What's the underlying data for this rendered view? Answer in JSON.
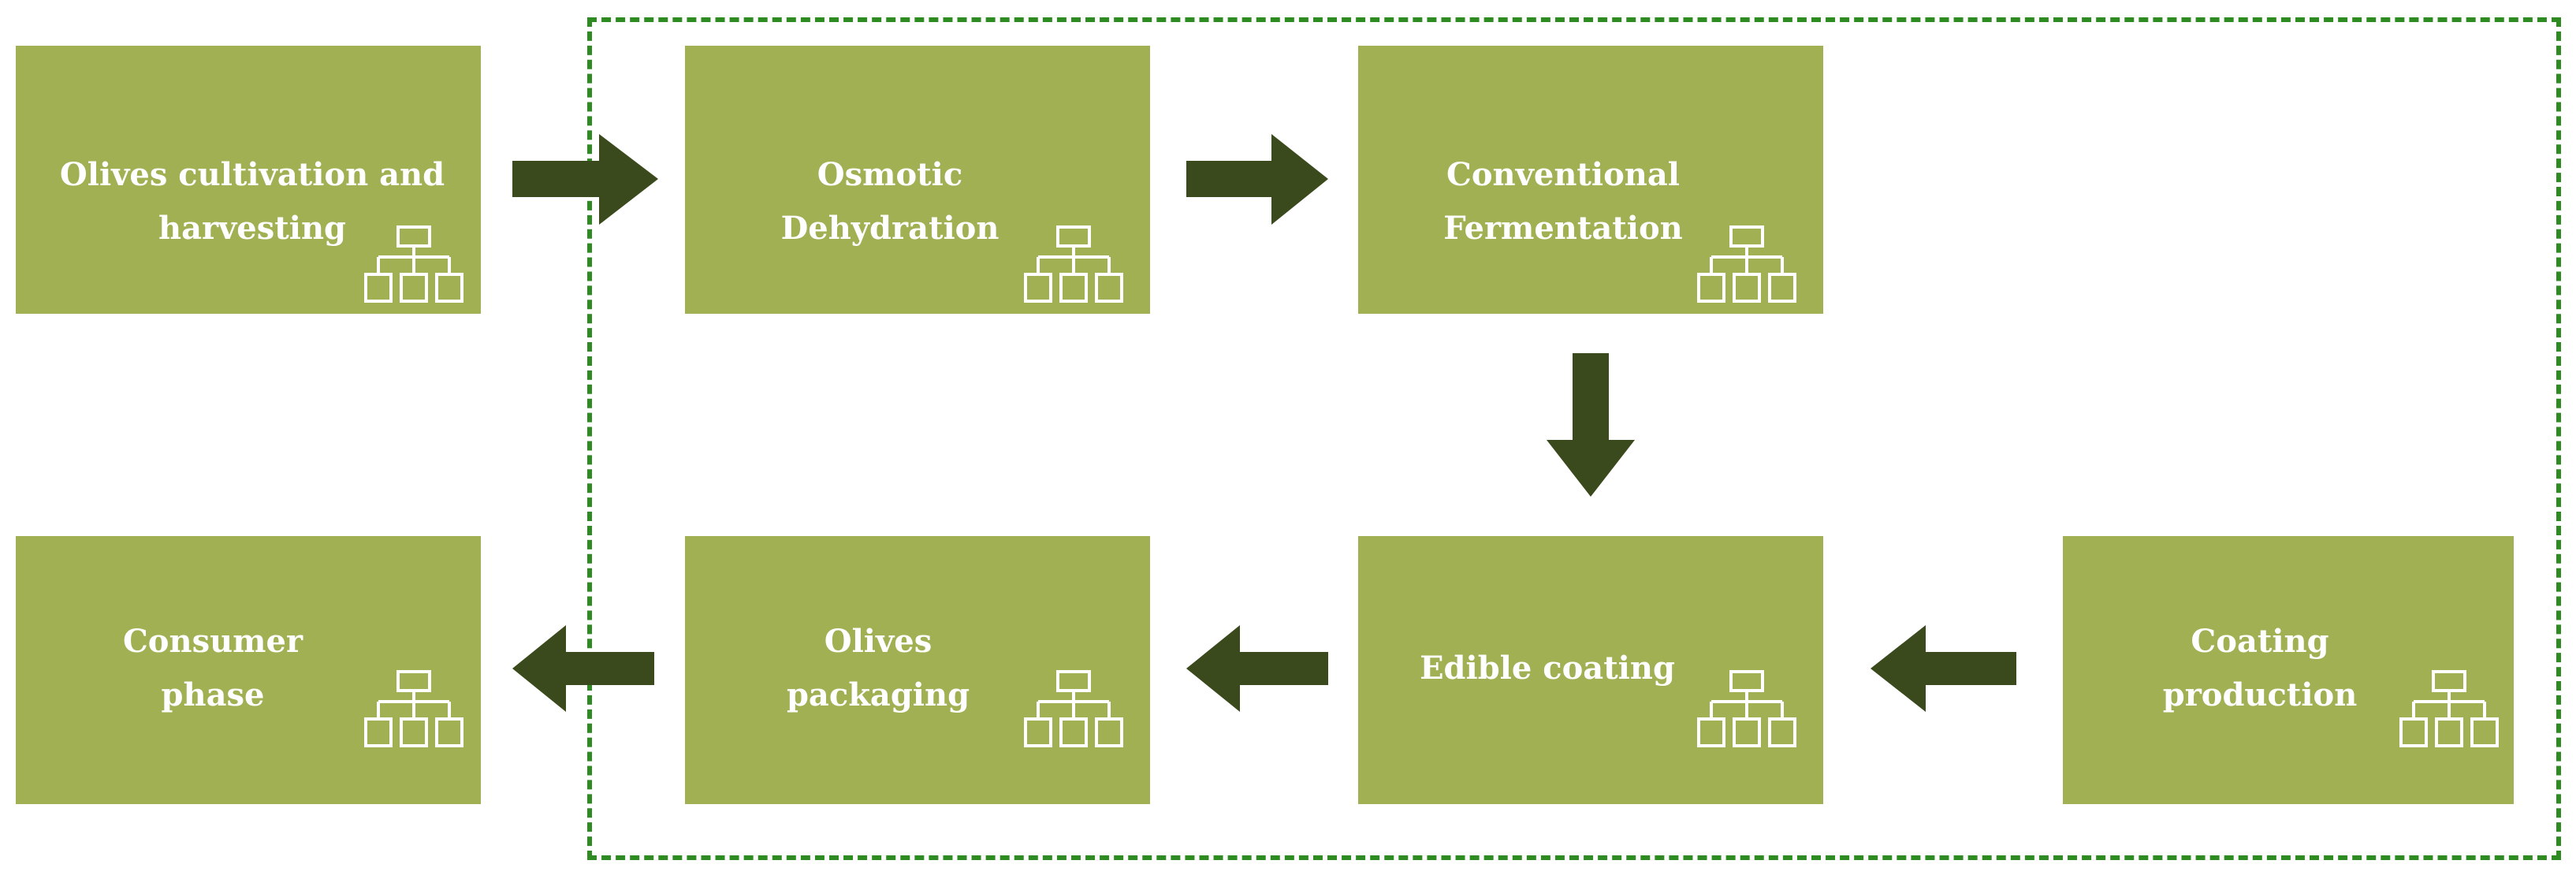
{
  "diagram": {
    "boxes": [
      {
        "id": "cultivation",
        "label": "Olives cultivation and\nharvesting",
        "icon": "hierarchy-icon"
      },
      {
        "id": "osmotic",
        "label": "Osmotic\nDehydration",
        "icon": "hierarchy-icon"
      },
      {
        "id": "fermentation",
        "label": "Conventional\nFermentation",
        "icon": "hierarchy-icon"
      },
      {
        "id": "consumer",
        "label": "Consumer\nphase",
        "icon": "hierarchy-icon"
      },
      {
        "id": "packaging",
        "label": "Olives\npackaging",
        "icon": "hierarchy-icon"
      },
      {
        "id": "edible",
        "label": "Edible coating",
        "icon": "hierarchy-icon"
      },
      {
        "id": "coatingprod",
        "label": "Coating\nproduction",
        "icon": "hierarchy-icon"
      }
    ],
    "colors": {
      "box_fill": "#a2b054",
      "arrow": "#3b4a1c",
      "boundary": "#2e8b22",
      "text": "#ffffff"
    }
  }
}
